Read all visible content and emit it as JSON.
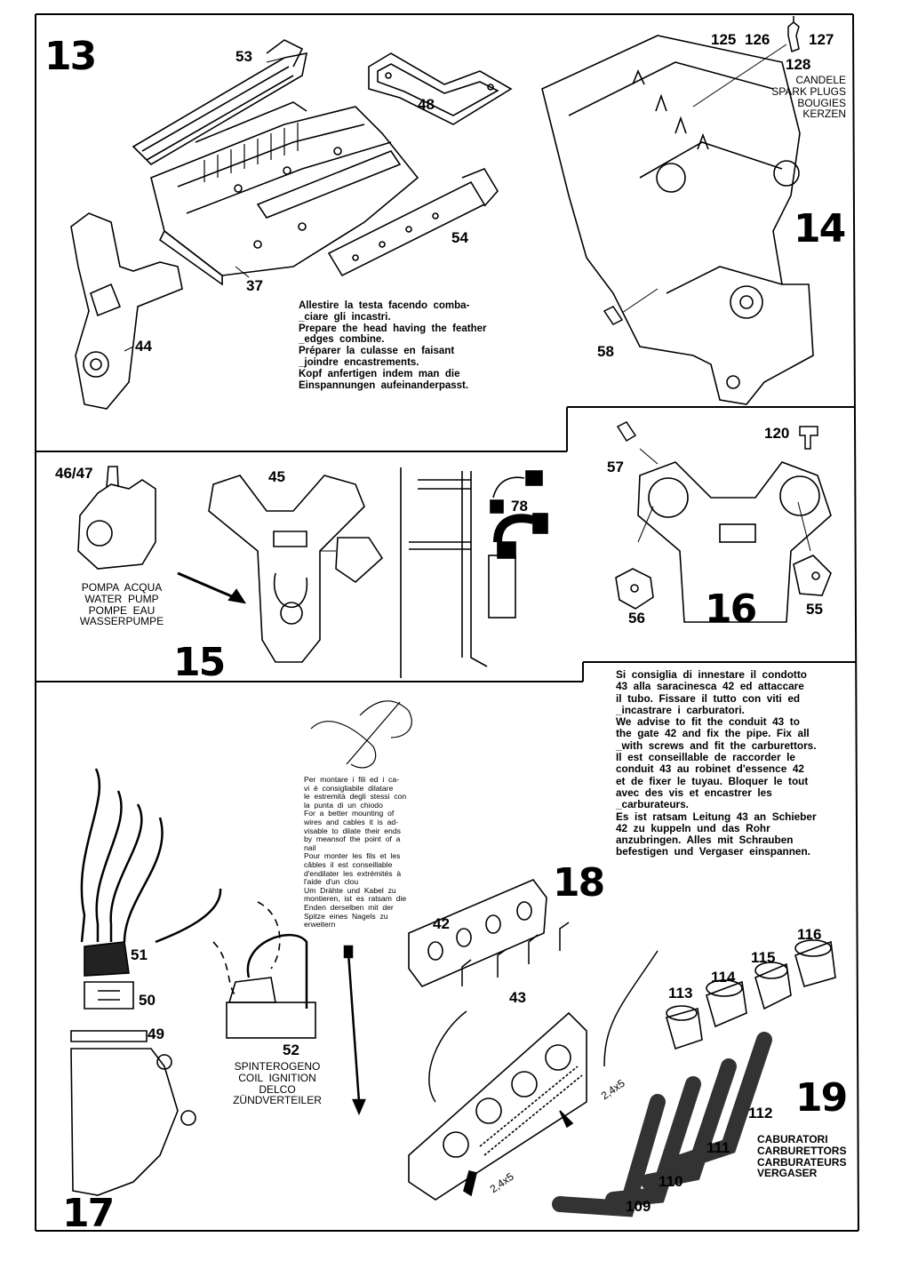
{
  "steps": {
    "s13": "13",
    "s14": "14",
    "s15": "15",
    "s16": "16",
    "s17": "17",
    "s18": "18",
    "s19": "19"
  },
  "parts": {
    "p53": "53",
    "p48": "48",
    "p37": "37",
    "p54": "54",
    "p44": "44",
    "p125": "125",
    "p126": "126",
    "p127": "127",
    "p128": "128",
    "p58": "58",
    "p4647": "46/47",
    "p45": "45",
    "p78": "78",
    "p57": "57",
    "p120": "120",
    "p56": "56",
    "p55": "55",
    "p51": "51",
    "p50": "50",
    "p49": "49",
    "p52": "52",
    "p42": "42",
    "p43": "43",
    "p113": "113",
    "p114": "114",
    "p115": "115",
    "p116": "116",
    "p112": "112",
    "p111": "111",
    "p110": "110",
    "p109": "109"
  },
  "captions": {
    "spark_plugs": [
      "CANDELE",
      "SPARK PLUGS",
      "BOUGIES",
      "KERZEN"
    ],
    "water_pump": [
      "POMPA  ACQUA",
      "WATER  PUMP",
      "POMPE  EAU",
      "WASSERPUMPE"
    ],
    "coil_ignition": [
      "SPINTEROGENO",
      "COIL  IGNITION",
      "DELCO",
      "ZÜNDVERTEILER"
    ],
    "carburetors": [
      "CABURATORI",
      "CARBURETTORS",
      "CARBURATEURS",
      "VERGASER"
    ],
    "screw_size_a": "2,4x5",
    "screw_size_b": "2,4x5"
  },
  "notes": {
    "head": [
      "Allestire  la  testa  facendo  comba-",
      "_ciare  gli  incastri.",
      "Prepare  the  head  having  the  feather",
      "_edges  combine.",
      "Préparer  la  culasse  en  faisant",
      "_joindre  encastrements.",
      "Kopf  anfertigen  indem  man  die",
      "Einspannungen  aufeinanderpasst."
    ],
    "conduit": [
      "Si  consiglia  di  innestare  il  condotto",
      "43  alla  saracinesca  42  ed  attaccare",
      "il  tubo.  Fissare  il  tutto  con  viti  ed",
      "_incastrare  i  carburatori.",
      "We  advise  to  fit  the  conduit  43  to",
      "the  gate  42  and  fix  the  pipe.  Fix  all",
      "_with  screws  and  fit  the  carburettors.",
      "Il  est  conseillable  de  raccorder  le",
      "conduit  43  au  robinet  d'essence  42",
      "et  de  fixer  le  tuyau.  Bloquer  le  tout",
      "avec  des  vis  et  encastrer  les",
      "_carburateurs.",
      "Es  ist  ratsam  Leitung  43  an  Schieber",
      "42  zu  kuppeln  und  das  Rohr",
      "anzubringen.  Alles  mit  Schrauben",
      "befestigen  und  Vergaser  einspannen."
    ],
    "wires": [
      "Per  montare  i  fili  ed  i  ca-",
      "vi  è  consigliabile  dilatare",
      "le  estremità  degli  stessi  con",
      "la  punta  di  un  chiodo",
      "For  a  better  mounting  of",
      "wires  and  cables  it  is  ad-",
      "visable  to  dilate  their  ends",
      "by  meansof  the  point  of  a",
      "nail",
      "Pour  monter  les  fils  et  les",
      "câbles  il  est  conseillable",
      "d'endilater  les  extrémités  à",
      "l'aide  d'un  clou",
      "Um  Drähte  und  Kabel  zu",
      "montieren,  ist  es  ratsam  die",
      "Enden  derselben  mit  der",
      "Spitze  eines  Nagels  zu",
      "erweitern"
    ]
  },
  "colors": {
    "ink": "#000000",
    "paper": "#ffffff",
    "shade": "#555555"
  }
}
